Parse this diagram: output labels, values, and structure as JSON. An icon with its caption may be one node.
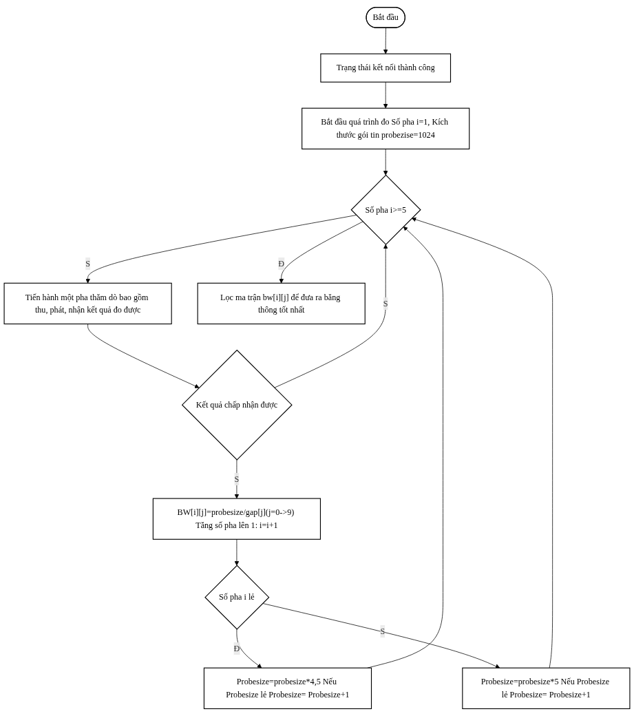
{
  "diagram": {
    "nodes": [
      {
        "text": [
          "Bắt đầu"
        ]
      },
      {
        "text": [
          "Trạng thái kết nối thành công"
        ]
      },
      {
        "text": [
          "Bắt đầu quá trình đo Số pha i=1, Kích thước gói tin probezise=1024"
        ]
      },
      {
        "text": [
          "Số pha i>=5"
        ]
      },
      {
        "text": [
          "Tiến hành một pha thăm dò bao gồm thu, phát, nhận kết quả đo được"
        ]
      },
      {
        "text": [
          "Kết quả chấp nhận được"
        ]
      },
      {
        "text": [
          "BW[i][j]=probesize/gap[j](j=0->9) Tăng số pha lên 1: i=i+1"
        ]
      },
      {
        "text": [
          "Số pha i lẻ"
        ]
      },
      {
        "text": [
          "Probesize=probesize*4,5 Nếu Probesize lẻ Probesize= Probesize+1"
        ]
      },
      {
        "text": [
          "Probesize=probesize*5 Nếu Probesize lẻ Probesize= Probesize+1"
        ]
      },
      {
        "text": [
          "Lọc ma trận bw[i][j] để đưa ra băng thông tốt nhất"
        ]
      }
    ],
    "edges": [
      {
        "from": 0,
        "to": 1,
        "arrow": "to"
      },
      {
        "from": 1,
        "to": 2,
        "arrow": "to"
      },
      {
        "from": 2,
        "to": 3,
        "arrow": "to"
      },
      {
        "from": 3,
        "to": 10,
        "arrow": "to",
        "label": "Đ"
      },
      {
        "from": 3,
        "to": 4,
        "arrow": "to",
        "label": "S"
      },
      {
        "from": 4,
        "to": 5,
        "arrow": "to"
      },
      {
        "from": 5,
        "to": 3,
        "arrow": "to",
        "label": "S"
      },
      {
        "from": 5,
        "to": 6,
        "arrow": "to",
        "label": "S"
      },
      {
        "from": 6,
        "to": 7,
        "arrow": "to"
      },
      {
        "from": 7,
        "to": 8,
        "arrow": "to",
        "label": "Đ"
      },
      {
        "from": 7,
        "to": 9,
        "arrow": "to",
        "label": "S"
      },
      {
        "from": 8,
        "to": 3,
        "arrow": "to"
      },
      {
        "from": 9,
        "to": 3,
        "arrow": "to"
      }
    ]
  }
}
